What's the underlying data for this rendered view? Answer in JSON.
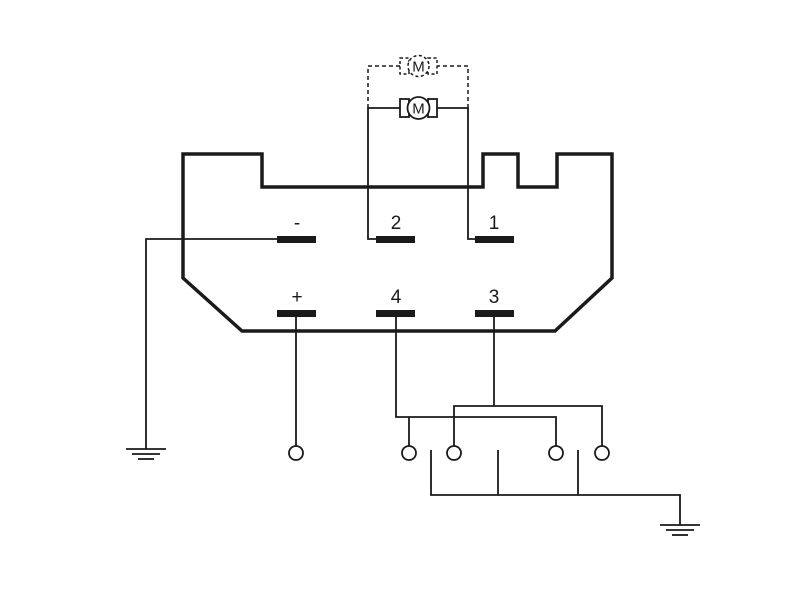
{
  "terminals": {
    "neg": "-",
    "pin2": "2",
    "pin1": "1",
    "pos": "+",
    "pin4": "4",
    "pin3": "3"
  },
  "motor": {
    "label": "M",
    "alt_label": "M"
  },
  "colors": {
    "line": "#1a1a1a",
    "background": "#ffffff"
  },
  "icons": [
    "motor-icon",
    "ground-icon",
    "terminal-circle-icon",
    "switch-contact-icon"
  ]
}
